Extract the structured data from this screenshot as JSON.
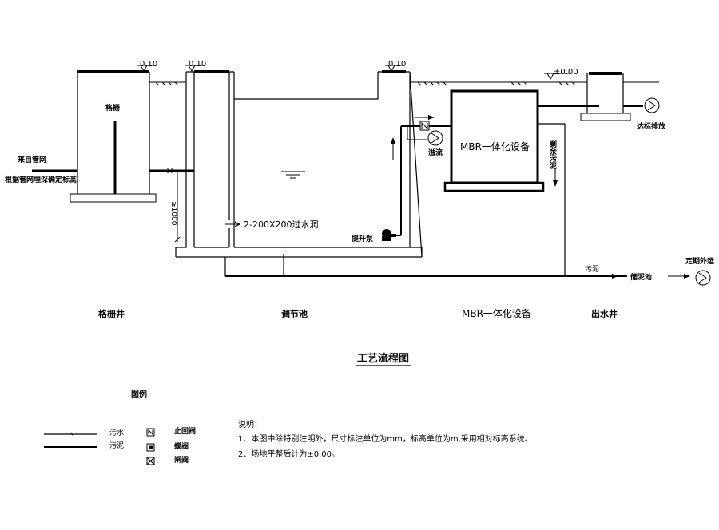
{
  "diagram": {
    "elevations": {
      "e1": "0.10",
      "e2": "0.10",
      "e3": "0.10",
      "e4": "±0.00"
    },
    "inlet_label": "来自管网",
    "inlet_note": "根据管网埋深确定标高",
    "screen_inner_label": "格栅",
    "opening_label": "2-200X200过水洞",
    "depth_label": "≥1000",
    "pump_label": "提升泵",
    "overflow_label": "溢流",
    "mbr_inner_label": "MBR一体化设备",
    "excess_sludge_label": "剩余污泥",
    "discharge_label": "达标排放",
    "sludge_label": "污泥",
    "sludge_tank_label": "储泥池",
    "transport_label": "定期外运",
    "captions": {
      "screen_well": "格栅井",
      "equalization_tank": "调节池",
      "mbr_unit": "MBR一体化设备",
      "outlet_well": "出水井"
    },
    "title": "工艺流程图"
  },
  "legend": {
    "heading": "图例",
    "items": [
      "污水",
      "污泥"
    ],
    "valves": [
      "止回阀",
      "蝶阀",
      "闸阀"
    ]
  },
  "notes": {
    "heading": "说明：",
    "lines": [
      "1、本图中除特别注明外，尺寸标注单位为mm，标高单位为m,采用相对标高系统。",
      "2、场地平整后计为±0.00。"
    ]
  }
}
